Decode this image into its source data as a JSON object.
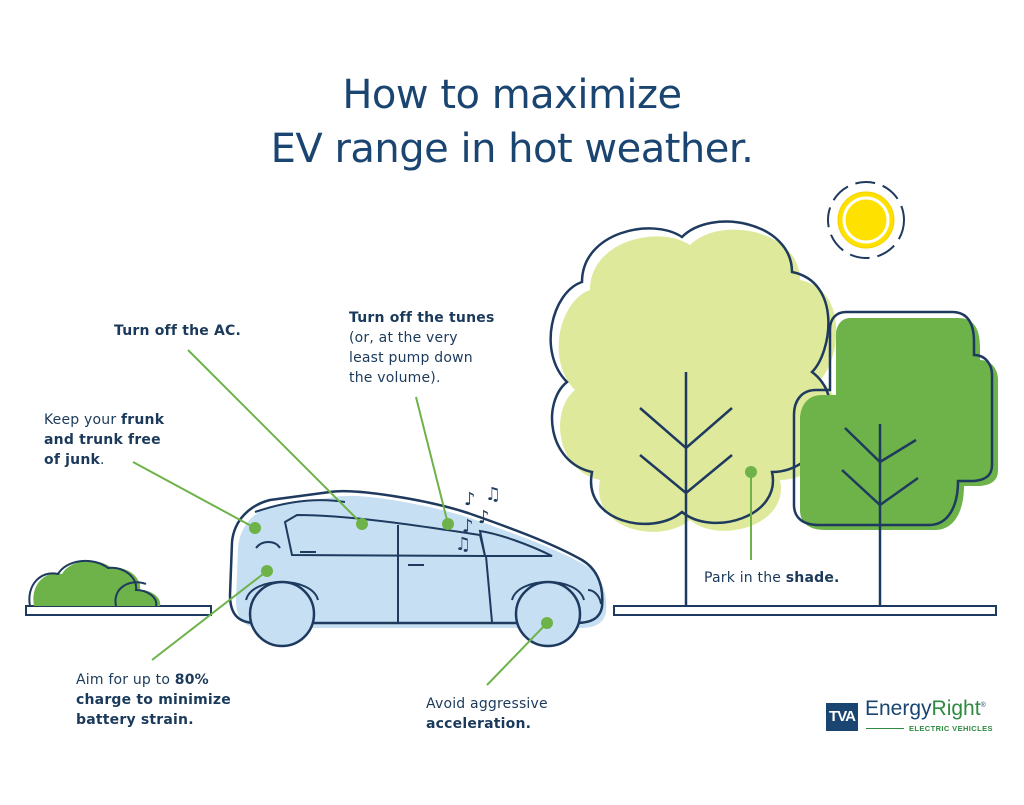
{
  "title": {
    "line1": "How to maximize",
    "line2": "EV range in hot weather."
  },
  "tips": {
    "ac": {
      "bold": "Turn off the AC.",
      "text": ""
    },
    "tunes": {
      "bold": "Turn off the tunes",
      "line2": "(or, at the very",
      "line3": "least pump down",
      "line4": "the volume)."
    },
    "frunk": {
      "line1_plain": "Keep your ",
      "line1_bold": "frunk",
      "line2_bold": "and trunk free",
      "line3_bold": "of junk",
      "line3_plain": "."
    },
    "charge": {
      "line1_plain": "Aim for up to ",
      "line1_bold": "80%",
      "line2_bold": "charge to minimize",
      "line3_bold": "battery strain."
    },
    "acceleration": {
      "line1_plain": "Avoid aggressive",
      "line2_bold": "acceleration."
    },
    "shade": {
      "plain": "Park in the ",
      "bold": "shade."
    }
  },
  "logo": {
    "mark": "TVA",
    "brand_part1": "Energy",
    "brand_part2": "Right",
    "reg": "®",
    "subtitle": "ELECTRIC VEHICLES"
  },
  "colors": {
    "navy": "#1b4571",
    "outline": "#1e3a5f",
    "car_fill": "#c6dff3",
    "tree_light": "#dfe99b",
    "tree_dark": "#6db349",
    "callout_green": "#6db349",
    "sun": "#ffe100"
  },
  "icons": [
    "sun-icon",
    "music-note-icon",
    "tree-icon",
    "bush-icon",
    "car-icon"
  ]
}
